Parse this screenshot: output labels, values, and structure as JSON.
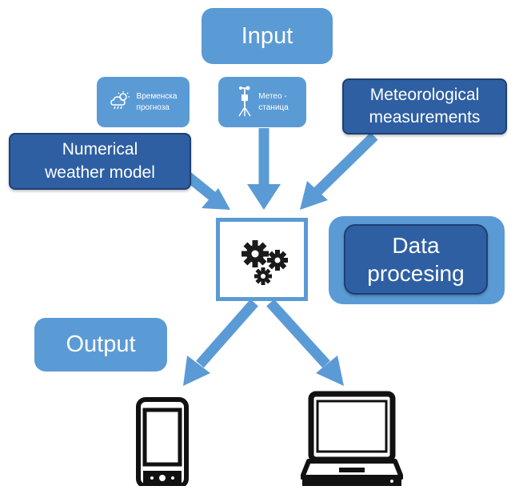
{
  "diagram": {
    "input_label": "Input",
    "forecast_label_line1": "Временска",
    "forecast_label_line2": "прогноза",
    "station_label_line1": "Метео -",
    "station_label_line2": "станица",
    "meteo_line1": "Meteorological",
    "meteo_line2": "measurements",
    "nwm_line1": "Numerical",
    "nwm_line2": "weather model",
    "dp_line1": "Data",
    "dp_line2": "procesing",
    "output_label": "Output"
  },
  "colors": {
    "light_blue": "#5b9bd5",
    "dark_blue": "#2e5fa3",
    "arrow": "#5b9bd5",
    "device": "#111111"
  },
  "icons": [
    "cloud-sun-rain-icon",
    "weather-station-icon",
    "gears-icon",
    "smartphone-icon",
    "laptop-icon"
  ]
}
